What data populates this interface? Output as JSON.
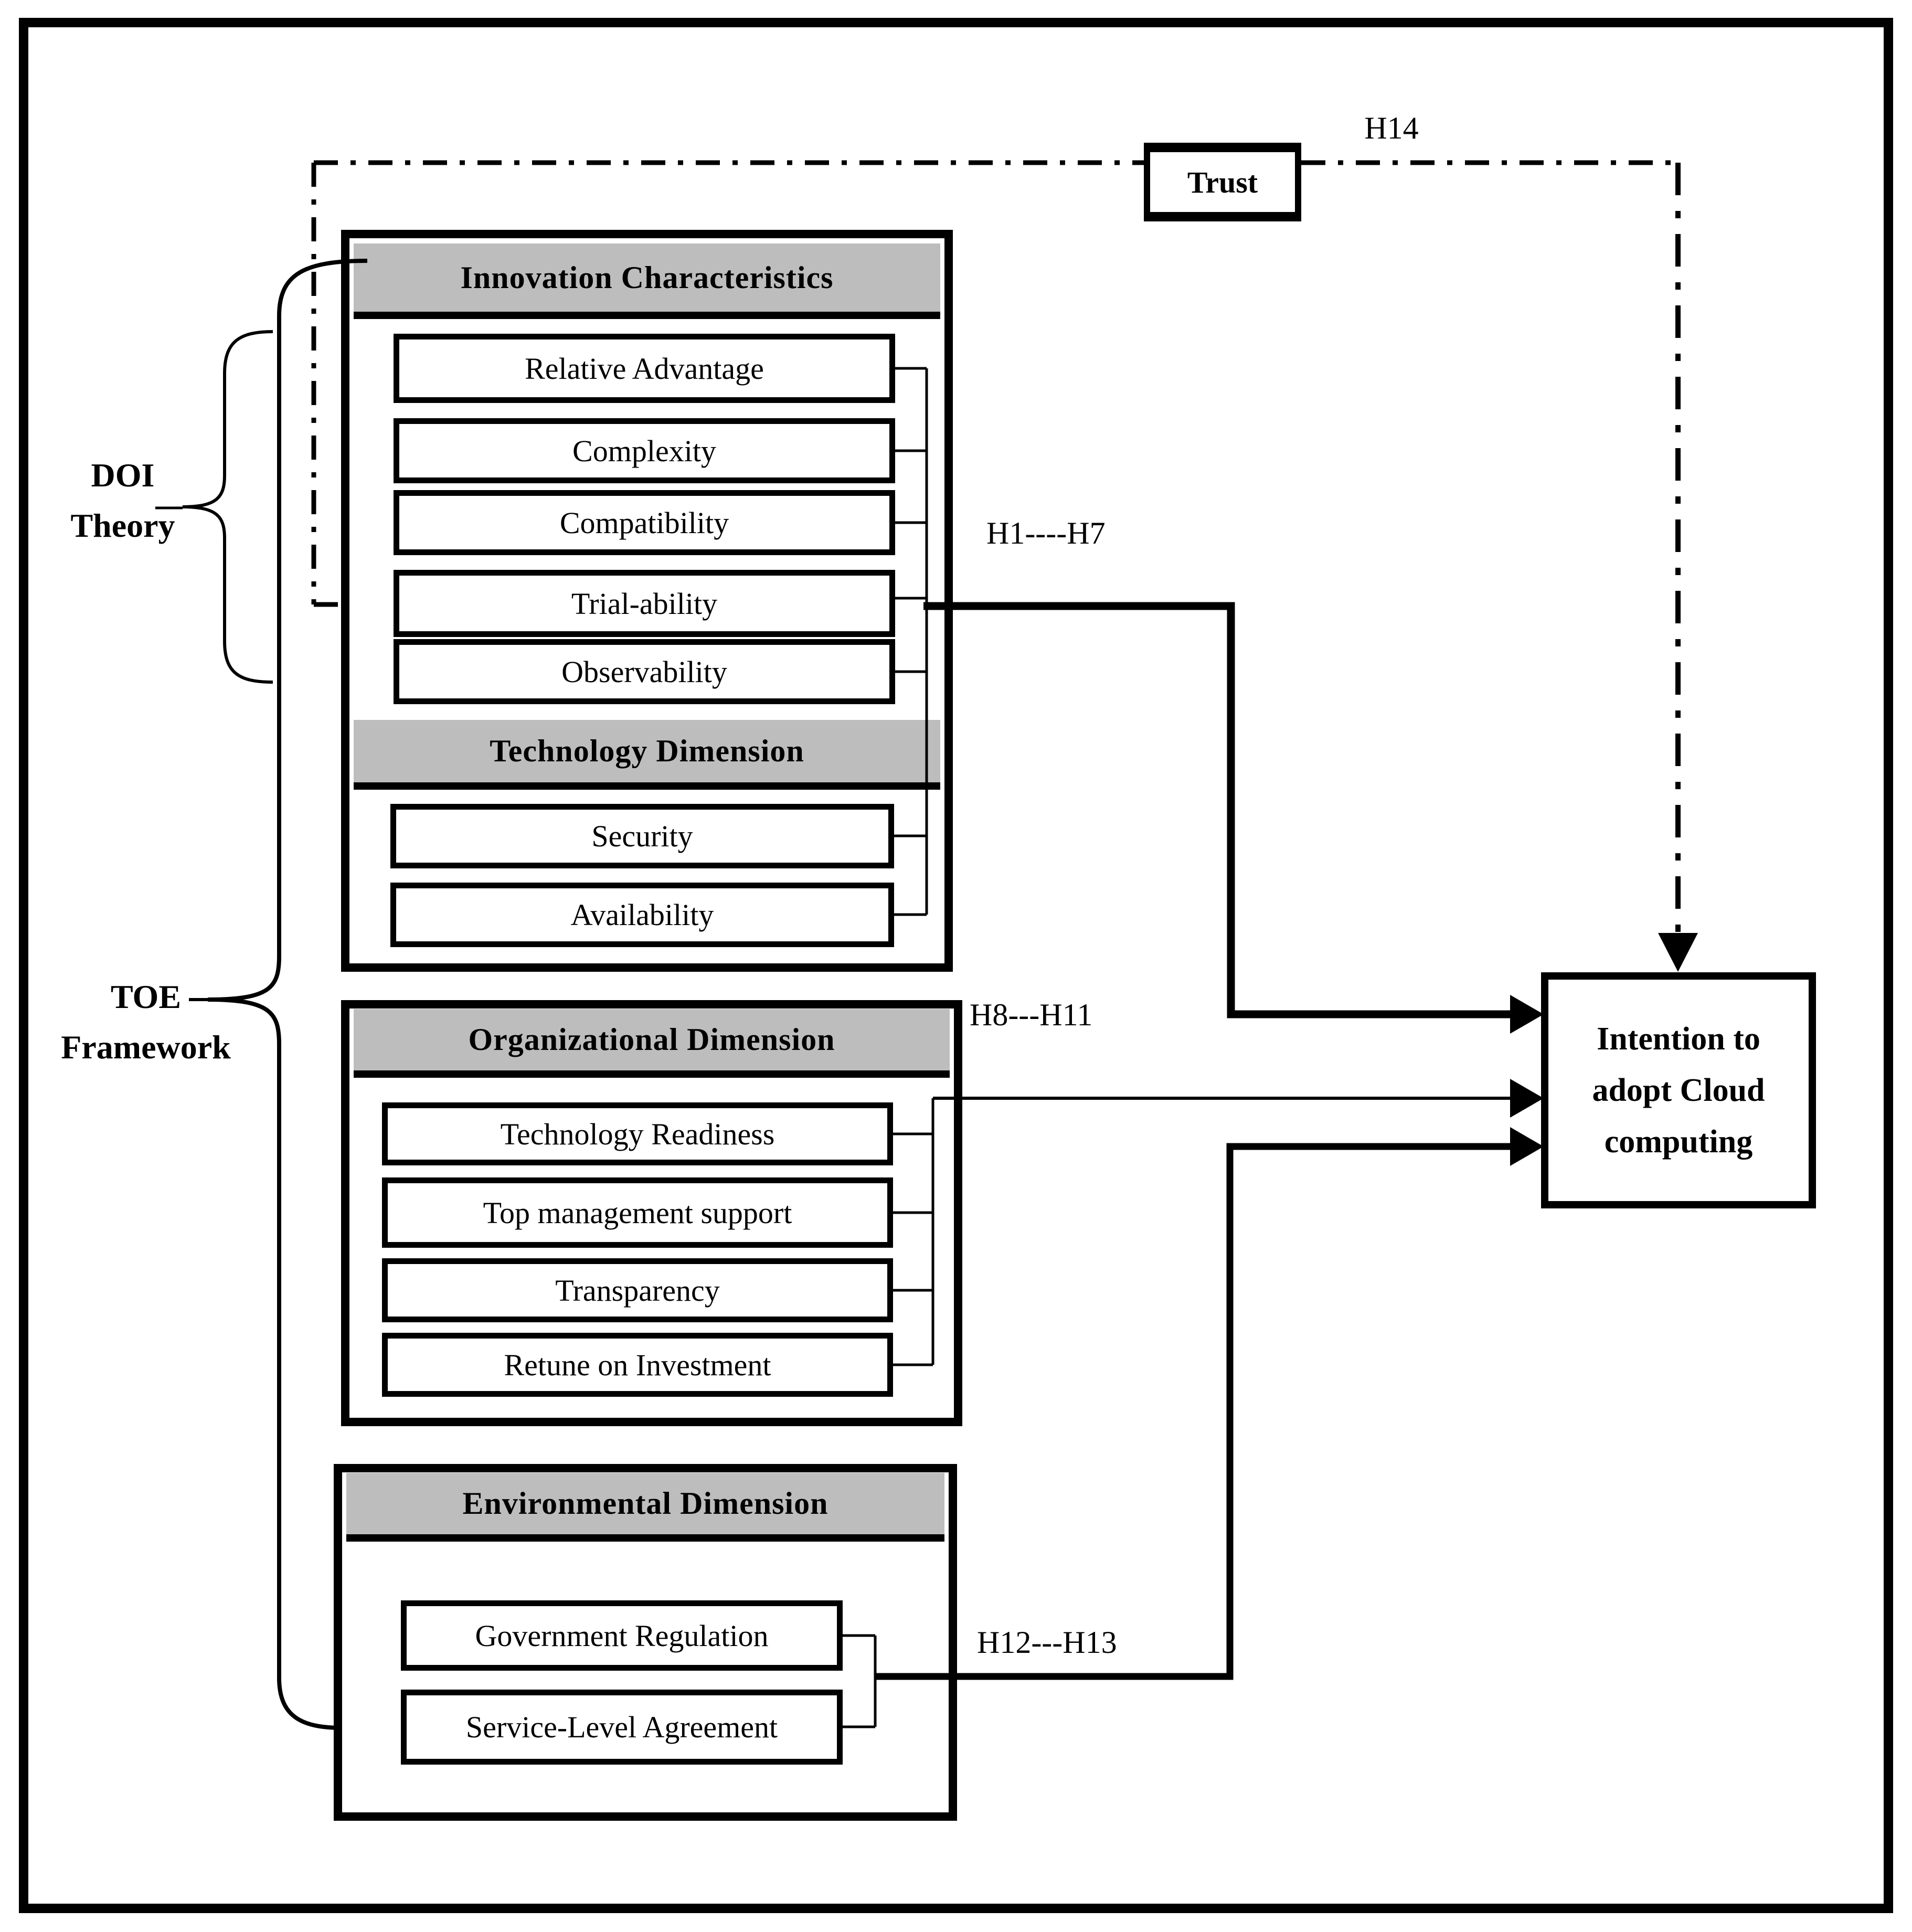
{
  "figure": {
    "trust": {
      "label": "Trust"
    },
    "intention": {
      "line1": "Intention to",
      "line2": "adopt Cloud",
      "line3": "computing"
    },
    "hypotheses": {
      "h14": "H14",
      "h1_h7": "H1----H7",
      "h8_h11": "H8---H11",
      "h12_h13": "H12---H13"
    },
    "theory_labels": {
      "doi_line1": "DOI",
      "doi_line2": "Theory",
      "toe_line1": "TOE",
      "toe_line2": "Framework"
    },
    "sections": {
      "innovation": {
        "header": "Innovation Characteristics",
        "items": [
          "Relative Advantage",
          "Complexity",
          "Compatibility",
          "Trial-ability",
          "Observability"
        ]
      },
      "technology": {
        "header": "Technology Dimension",
        "items": [
          "Security",
          "Availability"
        ]
      },
      "organizational": {
        "header": "Organizational Dimension",
        "items": [
          "Technology Readiness",
          "Top management support",
          "Transparency",
          "Retune on Investment"
        ]
      },
      "environmental": {
        "header": "Environmental Dimension",
        "items": [
          "Government Regulation",
          "Service-Level Agreement"
        ]
      }
    },
    "colors": {
      "header_fill": "#bdbdbd",
      "line": "#000000",
      "background": "#ffffff"
    }
  }
}
